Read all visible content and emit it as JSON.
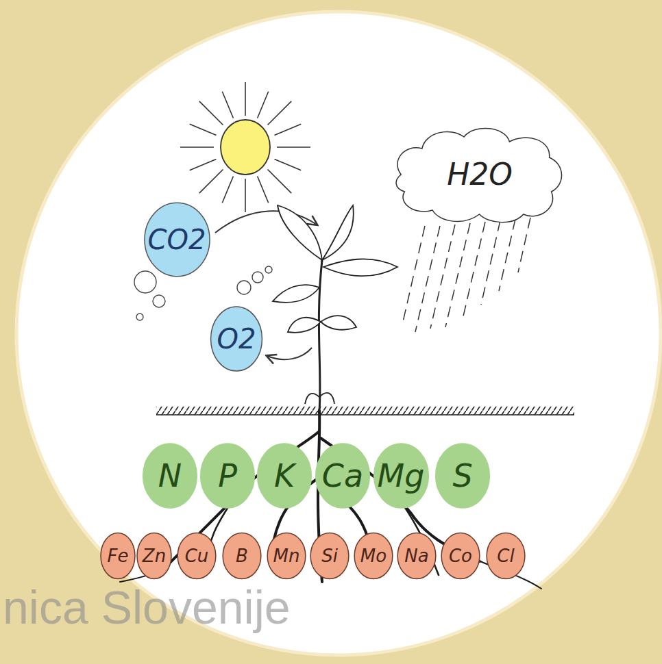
{
  "diagram": {
    "nodes": [
      {
        "text": [
          "CO2"
        ]
      },
      {
        "text": [
          "O2"
        ]
      },
      {
        "text": [
          "H2O"
        ]
      },
      {
        "text": [
          "N"
        ]
      },
      {
        "text": [
          "P"
        ]
      },
      {
        "text": [
          "K"
        ]
      },
      {
        "text": [
          "Ca"
        ]
      },
      {
        "text": [
          "Mg"
        ]
      },
      {
        "text": [
          "S"
        ]
      },
      {
        "text": [
          "Fe"
        ]
      },
      {
        "text": [
          "Zn"
        ]
      },
      {
        "text": [
          "Cu"
        ]
      },
      {
        "text": [
          "B"
        ]
      },
      {
        "text": [
          "Mn"
        ]
      },
      {
        "text": [
          "Si"
        ]
      },
      {
        "text": [
          "Mo"
        ]
      },
      {
        "text": [
          "Na"
        ]
      },
      {
        "text": [
          "Co"
        ]
      },
      {
        "text": [
          "Cl"
        ]
      }
    ],
    "labels": [
      "nica Slovenije"
    ]
  }
}
